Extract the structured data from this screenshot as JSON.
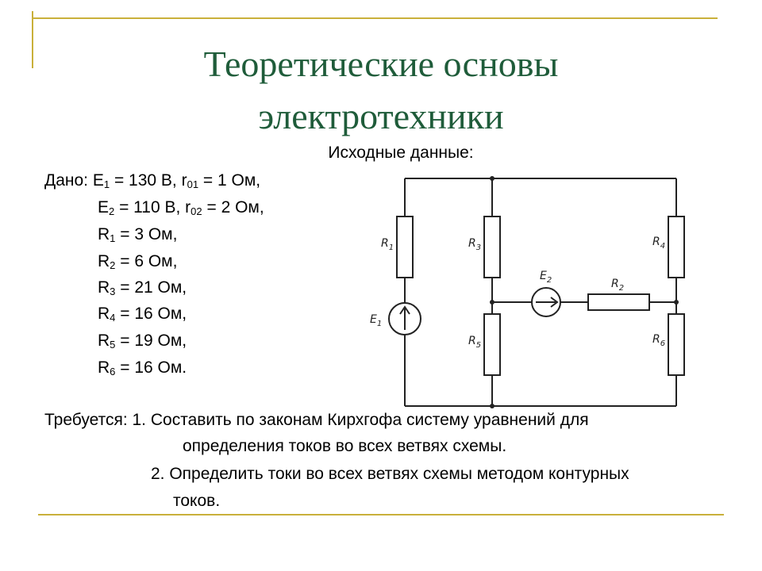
{
  "slide": {
    "title_line1": "Теоретические основы",
    "title_line2": "электротехники",
    "subtitle": "Исходные данные:"
  },
  "given": {
    "prefix": "Дано:",
    "e1": {
      "name": "E",
      "index": "1",
      "value": " = 130 В, "
    },
    "r01": {
      "name": "r",
      "index": "01",
      "value": " = 1 Ом,"
    },
    "e2": {
      "name": "E",
      "index": "2",
      "value": " = 110 В, "
    },
    "r02": {
      "name": "r",
      "index": "02",
      "value": " = 2 Ом,"
    },
    "r1": {
      "name": "R",
      "index": "1",
      "value": " = 3 Ом,"
    },
    "r2": {
      "name": "R",
      "index": "2",
      "value": " = 6 Ом,"
    },
    "r3": {
      "name": "R",
      "index": "3",
      "value": " = 21 Ом,"
    },
    "r4": {
      "name": "R",
      "index": "4",
      "value": " = 16 Ом,"
    },
    "r5": {
      "name": "R",
      "index": "5",
      "value": " = 19 Ом,"
    },
    "r6": {
      "name": "R",
      "index": "6",
      "value": " = 16 Ом."
    }
  },
  "task": {
    "line1": "Требуется: 1. Составить по законам Кирхгофа систему уравнений для",
    "line2": "определения токов во всех ветвях схемы.",
    "line3": "2. Определить токи во всех ветвях схемы методом контурных",
    "line4": "токов."
  },
  "circuit": {
    "labels": {
      "R1": {
        "letter": "R",
        "index": "1"
      },
      "R2": {
        "letter": "R",
        "index": "2"
      },
      "R3": {
        "letter": "R",
        "index": "3"
      },
      "R4": {
        "letter": "R",
        "index": "4"
      },
      "R5": {
        "letter": "R",
        "index": "5"
      },
      "R6": {
        "letter": "R",
        "index": "6"
      },
      "E1": {
        "letter": "E",
        "index": "1"
      },
      "E2": {
        "letter": "E",
        "index": "2"
      }
    }
  },
  "colors": {
    "title": "#1f5c3a",
    "accent_lines": "#c9b03a"
  }
}
